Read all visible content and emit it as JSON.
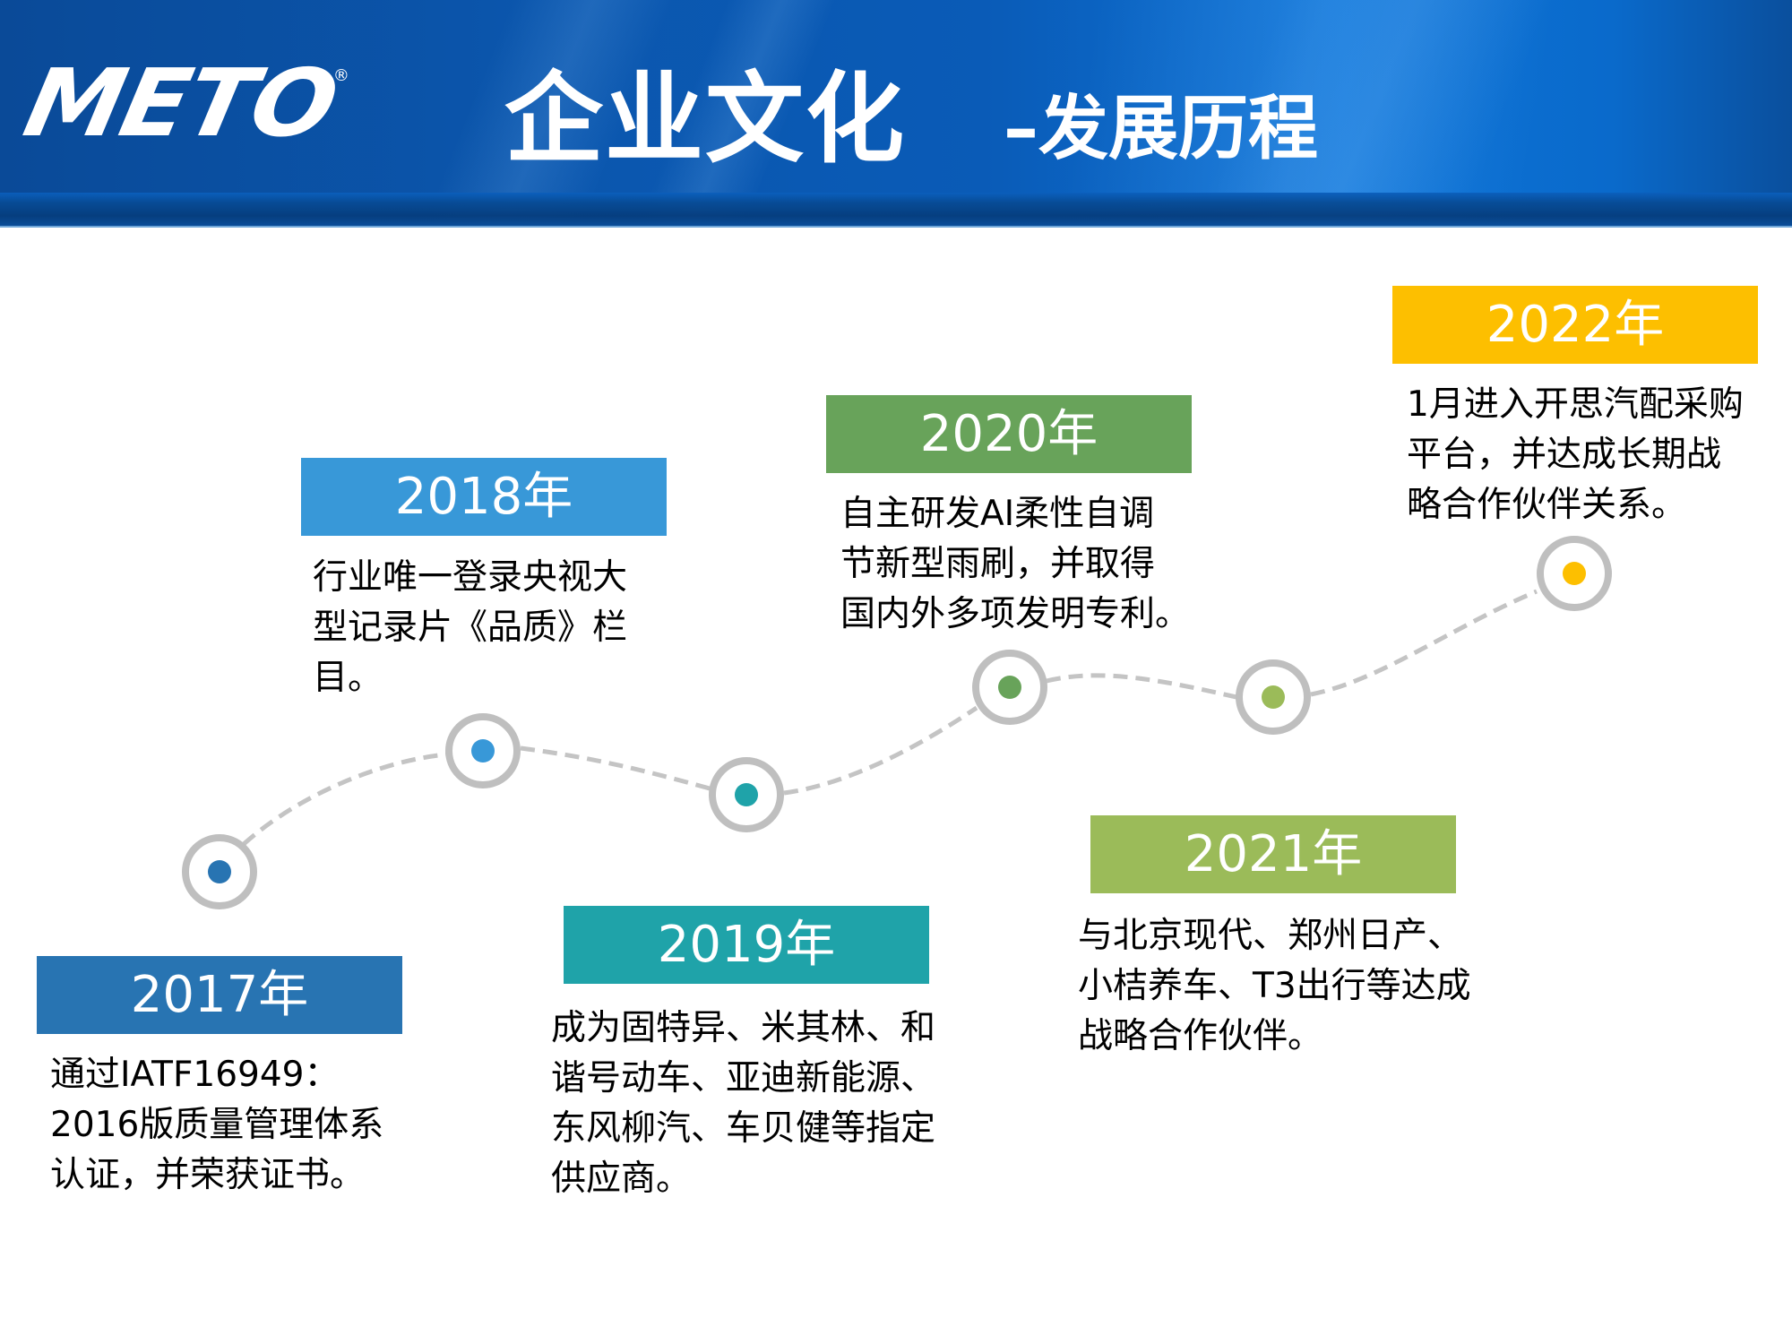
{
  "header": {
    "logo": "METO",
    "logo_mark": "®",
    "title": "企业文化",
    "subtitle": "–发展历程"
  },
  "colors": {
    "header_blue": "#0a56ad",
    "ring_gray": "#bfbfbf",
    "path_gray": "#c4c4c4",
    "y2017": "#2874b2",
    "y2018": "#3898d8",
    "y2019": "#1fa3a9",
    "y2020": "#68a35a",
    "y2021": "#9bbb59",
    "y2022": "#fdbf00"
  },
  "timeline": [
    {
      "year": "2017年",
      "lines": [
        "通过IATF16949：",
        "2016版质量管理体系",
        "认证，并荣获证书。"
      ]
    },
    {
      "year": "2018年",
      "lines": [
        "行业唯一登录央视大",
        "型记录片《品质》栏",
        "目。"
      ]
    },
    {
      "year": "2019年",
      "lines": [
        "成为固特异、米其林、和",
        "谐号动车、亚迪新能源、",
        "东风柳汽、车贝健等指定",
        "供应商。"
      ]
    },
    {
      "year": "2020年",
      "lines": [
        "自主研发AI柔性自调",
        "节新型雨刷，并取得",
        "国内外多项发明专利。"
      ]
    },
    {
      "year": "2021年",
      "lines": [
        "与北京现代、郑州日产、",
        "小桔养车、T3出行等达成",
        "战略合作伙伴。"
      ]
    },
    {
      "year": "2022年",
      "lines": [
        "1月进入开思汽配采购",
        "平台，并达成长期战",
        "略合作伙伴关系。"
      ]
    }
  ]
}
